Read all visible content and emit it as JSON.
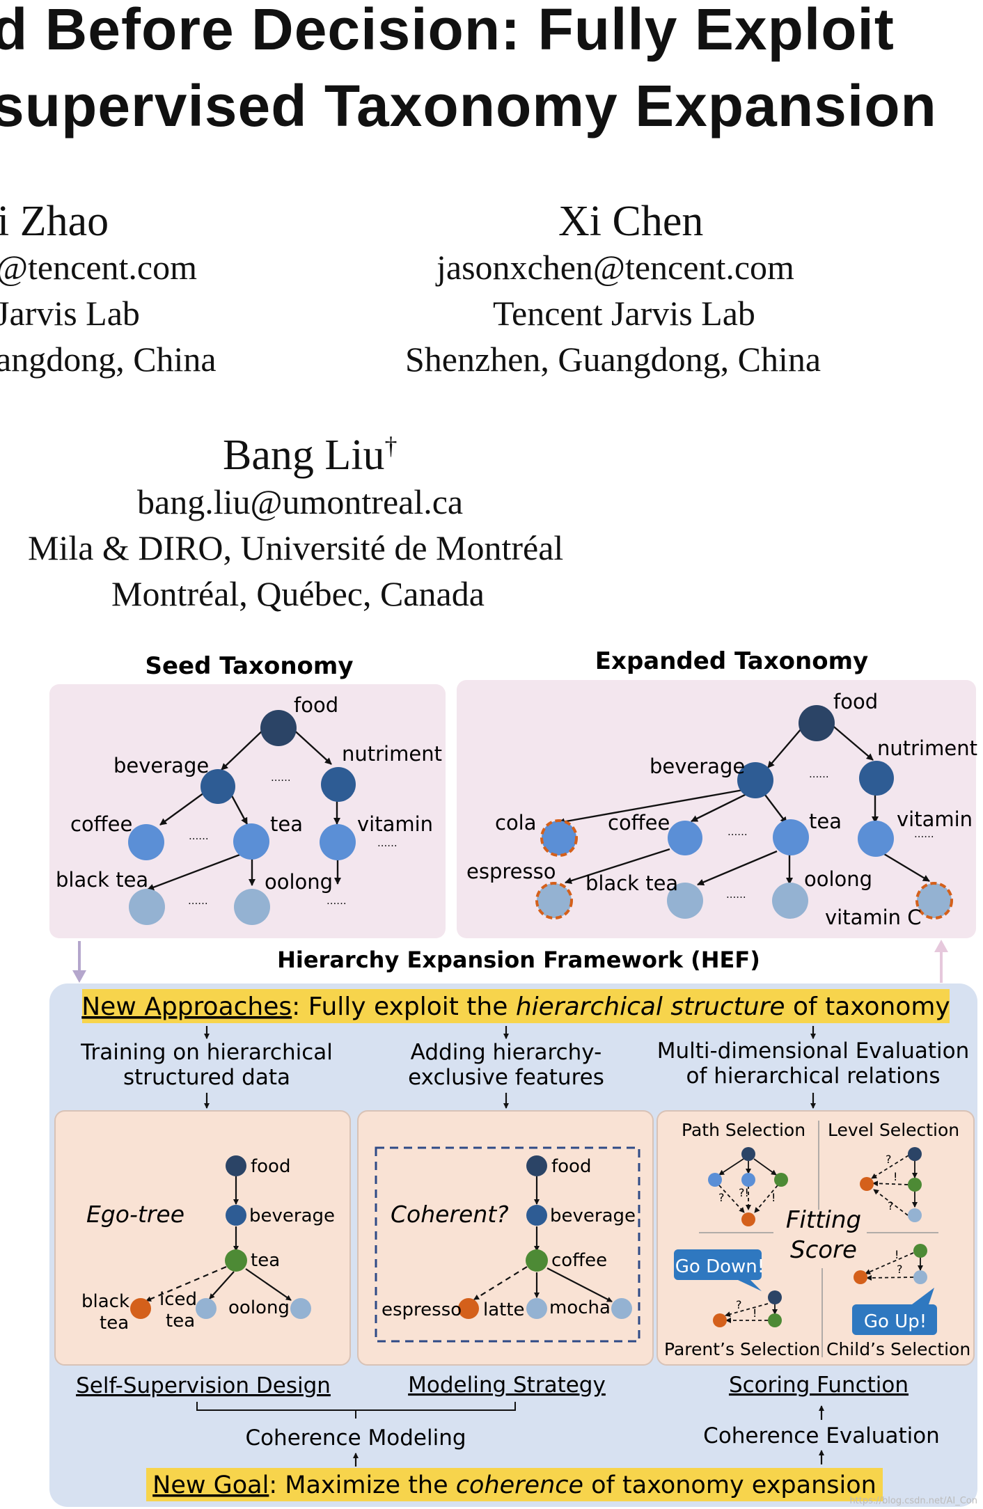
{
  "title": {
    "line1": "d Before Decision: Fully Exploit",
    "line2": "supervised Taxonomy Expansion"
  },
  "authors": [
    {
      "name": "i Zhao",
      "email": "@tencent.com",
      "org": "Jarvis Lab",
      "loc": "angdong, China"
    },
    {
      "name": "Xi Chen",
      "email": "jasonxchen@tencent.com",
      "org": "Tencent Jarvis Lab",
      "loc": "Shenzhen, Guangdong, China"
    },
    {
      "name": "Bang Liu",
      "mark": "†",
      "email": "bang.liu@umontreal.ca",
      "org": "Mila & DIRO, Université de Montréal",
      "loc": "Montréal, Québec, Canada"
    }
  ],
  "figure": {
    "seed_title": "Seed Taxonomy",
    "expanded_title": "Expanded Taxonomy",
    "hef_title": "Hierarchy Expansion Framework (HEF)",
    "colors": {
      "dark": "#2b4466",
      "mid": "#2e5c94",
      "light": "#5b8fd6",
      "pale": "#94b2d2",
      "orange": "#d4601b",
      "green": "#4d8a35",
      "seedbg": "#f3e6ee",
      "hefbg": "#d7e1f1",
      "panelbg": "#f9e2d4",
      "yellow": "#f7d44c",
      "bubble": "#2f78c0"
    },
    "seed": {
      "food": "food",
      "beverage": "beverage",
      "nutriment": "nutriment",
      "coffee": "coffee",
      "tea": "tea",
      "vitamin": "vitamin",
      "black_tea": "black tea",
      "oolong": "oolong",
      "dots": "......"
    },
    "expanded": {
      "food": "food",
      "beverage": "beverage",
      "nutriment": "nutriment",
      "cola": "cola",
      "coffee": "coffee",
      "tea": "tea",
      "vitamin": "vitamin",
      "espresso": "espresso",
      "black_tea": "black tea",
      "oolong": "oolong",
      "vitamin_c": "vitamin C",
      "dots": "......"
    },
    "approaches": {
      "lead": "New Approaches",
      "rest": ": Fully exploit the ",
      "emph": "hierarchical structure",
      "tail": " of taxonomy"
    },
    "goal": {
      "lead": "New Goal",
      "rest": ": Maximize the ",
      "emph": "coherence",
      "tail": " of taxonomy expansion"
    },
    "col1": {
      "l1": "Training on hierarchical",
      "l2": "structured data"
    },
    "col2": {
      "l1": "Adding hierarchy-",
      "l2": "exclusive features"
    },
    "col3": {
      "l1": "Multi-dimensional Evaluation",
      "l2": "of hierarchical relations"
    },
    "panel1": {
      "label": "Ego-tree",
      "food": "food",
      "beverage": "beverage",
      "tea": "tea",
      "black1": "black",
      "black2": "tea",
      "iced1": "iced",
      "iced2": "tea",
      "oolong": "oolong",
      "caption": "Self-Supervision Design"
    },
    "panel2": {
      "label": "Coherent?",
      "food": "food",
      "beverage": "beverage",
      "coffee": "coffee",
      "espresso": "espresso",
      "latte": "latte",
      "mocha": "mocha",
      "caption": "Modeling Strategy"
    },
    "panel3": {
      "path": "Path Selection",
      "level": "Level Selection",
      "fitting": "Fitting",
      "score": "Score",
      "godown": "Go Down!",
      "goup": "Go Up!",
      "parent": "Parent’s Selection",
      "child": "Child’s Selection",
      "caption": "Scoring Function"
    },
    "marks": {
      "q": "?",
      "qx": "?!",
      "x": "!"
    },
    "coherence_modeling": "Coherence Modeling",
    "coherence_evaluation": "Coherence Evaluation"
  },
  "watermark": "https://blog.csdn.net/AI_Con"
}
